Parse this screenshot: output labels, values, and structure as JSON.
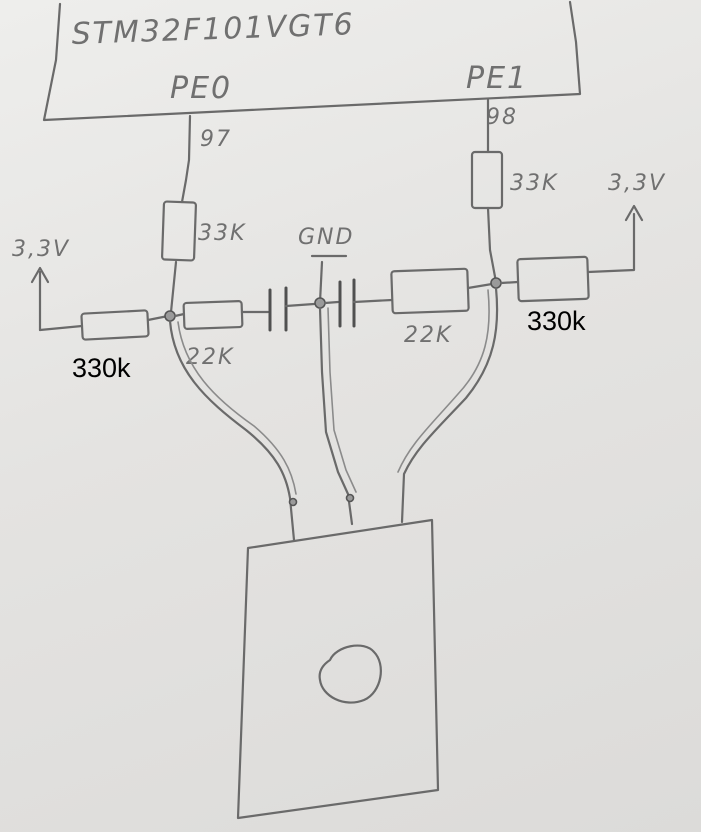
{
  "mcu": {
    "part": "STM32F101VGT6",
    "pins": [
      {
        "name": "PE0",
        "number": "97"
      },
      {
        "name": "PE1",
        "number": "98"
      }
    ]
  },
  "resistors": {
    "pullup_left": "33K",
    "pullup_right": "33K",
    "series_left": "22K",
    "series_right": "22K",
    "bias_left": "330k",
    "bias_right": "330k"
  },
  "rails": {
    "supply_left": "3,3V",
    "supply_right": "3,3V",
    "ground": "GND"
  }
}
